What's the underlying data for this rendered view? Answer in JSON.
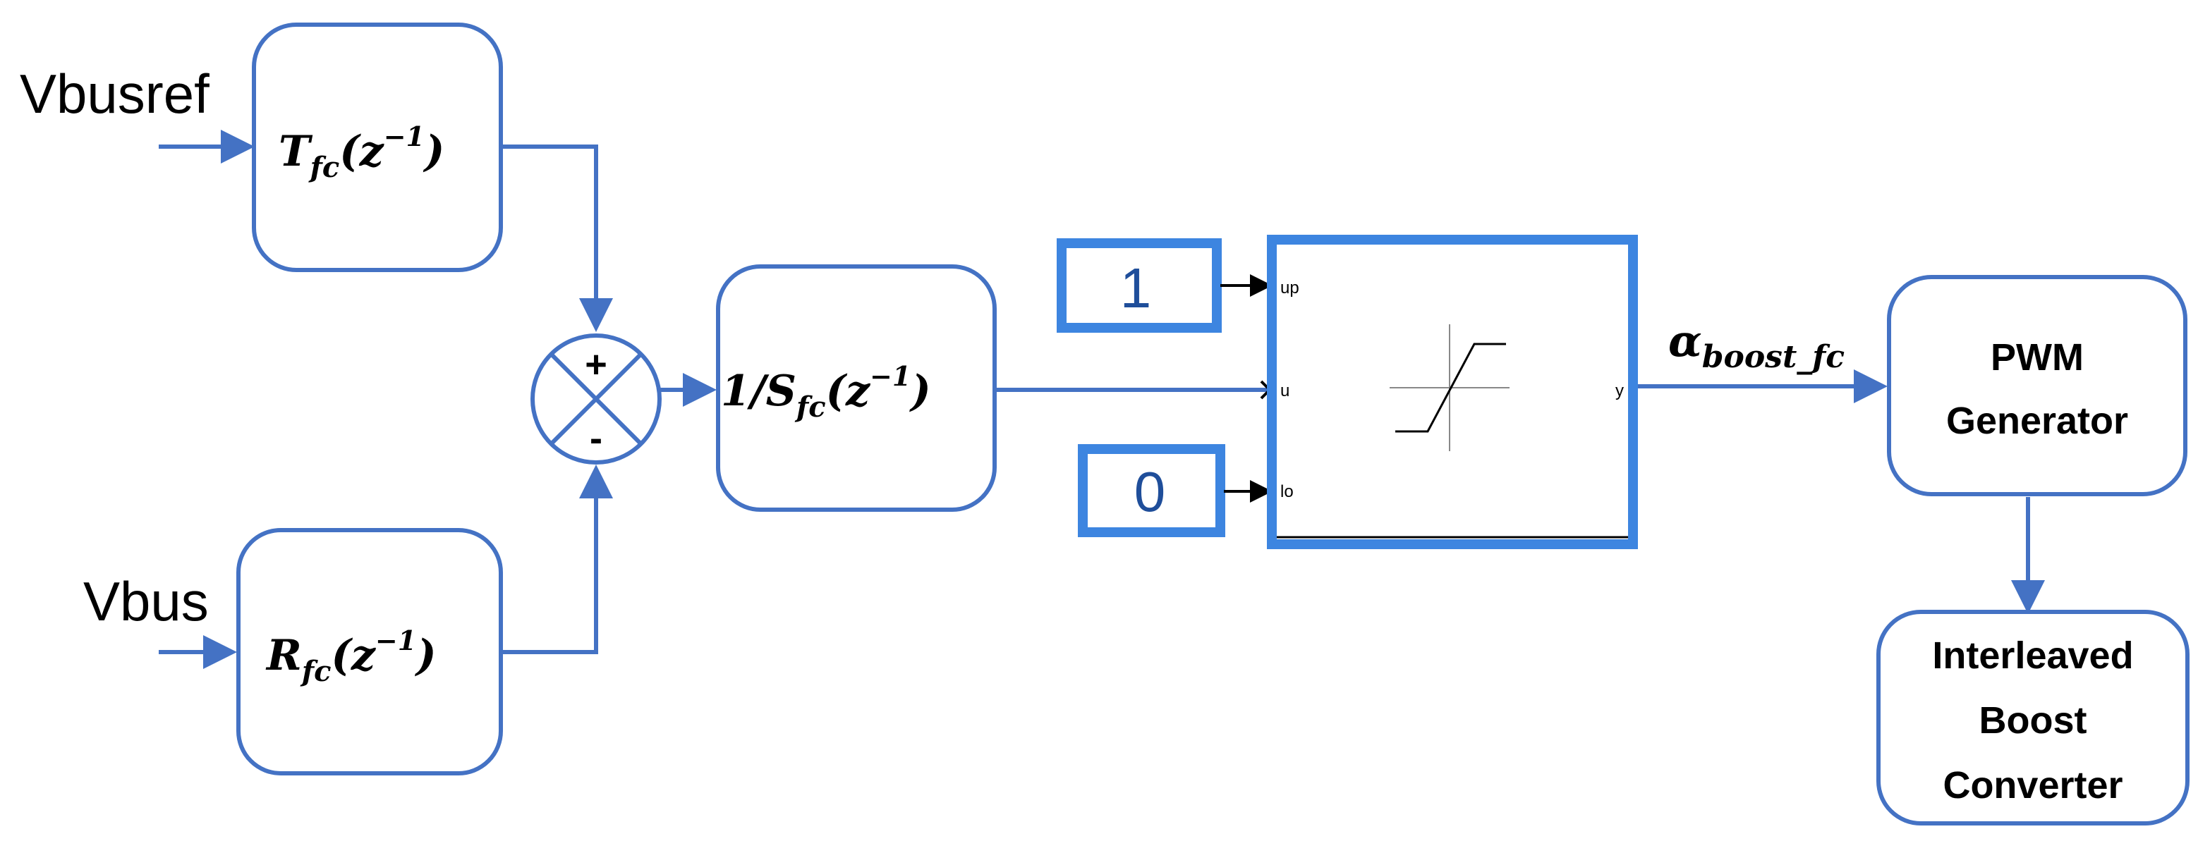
{
  "inputs": {
    "ref_label": "Vbusref",
    "meas_label": "Vbus"
  },
  "blocks": {
    "t_block": {
      "name": "T",
      "sub": "fc",
      "arg": "(z",
      "exp": "−1",
      "close": ")"
    },
    "r_block": {
      "name": "R",
      "sub": "fc",
      "arg": "(z",
      "exp": "−1",
      "close": ")"
    },
    "s_block": {
      "prefix": "1/",
      "name": "S",
      "sub": "fc",
      "arg": "(z",
      "exp": "−1",
      "close": ")"
    },
    "pwm_block": {
      "line1": "PWM",
      "line2": "Generator"
    },
    "boost_block": {
      "line1": "Interleaved",
      "line2": "Boost",
      "line3": "Converter"
    }
  },
  "summing_junction": {
    "plus_sign": "+",
    "minus_sign": "-"
  },
  "saturation": {
    "port_up": "up",
    "port_u": "u",
    "port_lo": "lo",
    "port_y": "y"
  },
  "constants": {
    "upper": "1",
    "lower": "0"
  },
  "output_signal": {
    "symbol": "α",
    "sub": "boost_fc"
  },
  "colors": {
    "block_stroke": "#4472c4",
    "highlight_stroke": "#3d85e0",
    "wire": "#4472c4",
    "port_arrow": "#000000"
  }
}
